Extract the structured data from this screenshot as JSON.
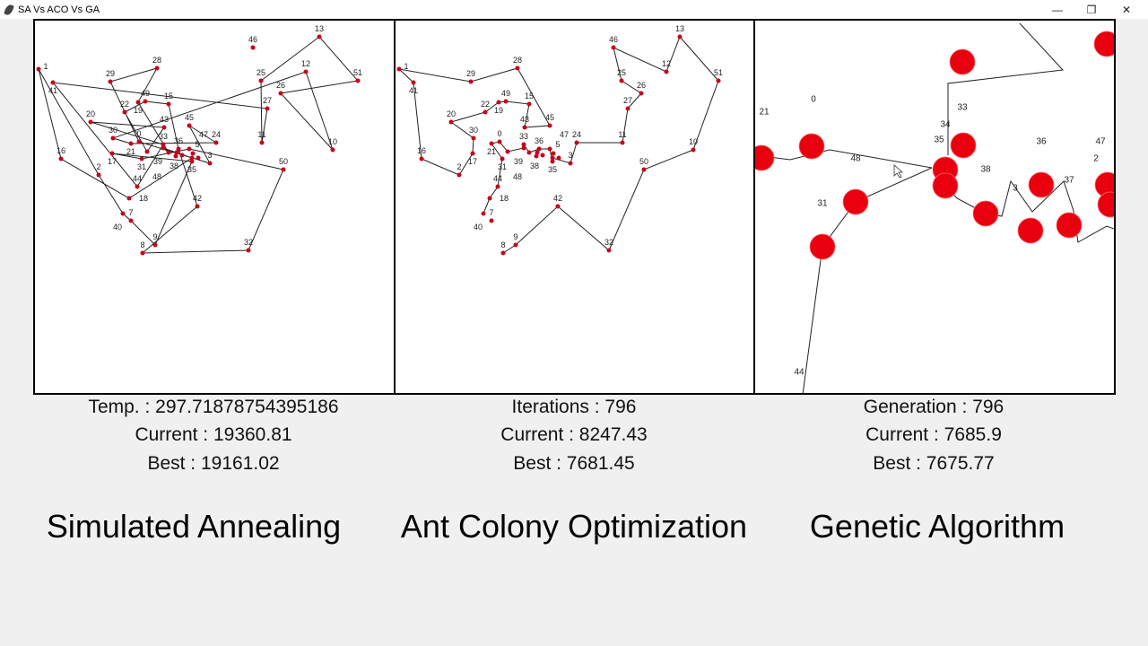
{
  "window": {
    "title": "SA Vs ACO Vs GA",
    "controls": {
      "minimize": "—",
      "restore": "❐",
      "close": "✕"
    }
  },
  "colors": {
    "city": "#c8001a",
    "ga_city": "#e8000e",
    "edge": "#222222",
    "panel_border": "#000000"
  },
  "city_ids": [
    "0",
    "1",
    "2",
    "3",
    "5",
    "7",
    "8",
    "9",
    "10",
    "11",
    "12",
    "13",
    "15",
    "16",
    "17",
    "18",
    "19",
    "20",
    "21",
    "22",
    "24",
    "25",
    "26",
    "27",
    "28",
    "29",
    "30",
    "31",
    "32",
    "33",
    "35",
    "36",
    "38",
    "39",
    "40",
    "41",
    "42",
    "43",
    "44",
    "45",
    "46",
    "47",
    "48",
    "49",
    "50",
    "51"
  ],
  "sa": {
    "tour": [
      "1",
      "2",
      "40",
      "7",
      "9",
      "35",
      "17",
      "31",
      "47",
      "50",
      "32",
      "8",
      "42",
      "36",
      "15",
      "49",
      "22",
      "48",
      "43",
      "20",
      "33",
      "44",
      "41",
      "27",
      "11",
      "25",
      "13",
      "51",
      "26",
      "10",
      "12",
      "30",
      "21",
      "24",
      "45",
      "3",
      "0",
      "29",
      "28",
      "19",
      "38",
      "39",
      "5",
      "18",
      "16",
      "1"
    ],
    "temp_label": "Temp. : 297.71878754395186",
    "current_label": "Current : 19360.81",
    "best_label": "Best : 19161.02",
    "name": "Simulated Annealing"
  },
  "aco": {
    "tour": [
      "8",
      "9",
      "42",
      "32",
      "50",
      "10",
      "51",
      "13",
      "12",
      "46",
      "25",
      "26",
      "27",
      "11",
      "24",
      "3",
      "5",
      "35",
      "47",
      "36",
      "38",
      "33",
      "39",
      "48",
      "0",
      "21",
      "31",
      "44",
      "18",
      "40"
    ],
    "tour2": [
      "43",
      "45",
      "28",
      "29",
      "1",
      "41",
      "16",
      "2",
      "17",
      "30",
      "20",
      "22",
      "19",
      "49",
      "15",
      "43"
    ],
    "iterations_label": "Iterations : 796",
    "current_label": "Current : 8247.43",
    "best_label": "Best : 7681.45",
    "name": "Ant Colony Optimization"
  },
  "ga": {
    "labels": [
      "0",
      "21",
      "48",
      "31",
      "44",
      "33",
      "34",
      "35",
      "38",
      "36",
      "3",
      "37",
      "47",
      "2"
    ],
    "generation_label": "Generation : 796",
    "current_label": "Current : 7685.9",
    "best_label": "Best : 7675.77",
    "name": "Genetic Algorithm"
  }
}
